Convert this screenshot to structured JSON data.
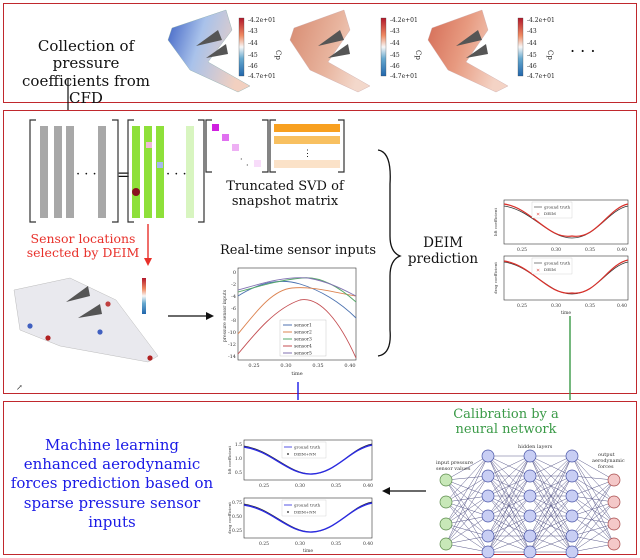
{
  "top_panel": {
    "label_line1": "Collection of pressure",
    "label_line2": "coefficients from CFD",
    "colorbar_ticks": [
      "-4.2e+01",
      "-43",
      "-44",
      "-45",
      "-46",
      "-4.7e+01"
    ],
    "cp_symbol": "Cp",
    "ellipsis": ". . ."
  },
  "middle_panel": {
    "svd_label_line1": "Truncated SVD of",
    "svd_label_line2": "snapshot matrix",
    "sensor_label_line1": "Sensor locations",
    "sensor_label_line2": "selected by DEIM",
    "realtime_title": "Real-time sensor inputs",
    "deim_label_line1": "DEIM",
    "deim_label_line2": "prediction",
    "sensor_chart": {
      "ylabel": "pressure sensor inputs",
      "xlabel": "time",
      "xticks": [
        "0.25",
        "0.30",
        "0.35",
        "0.40"
      ],
      "yticks": [
        "0",
        "-2",
        "-4",
        "-6",
        "-8",
        "-10",
        "-12",
        "-14"
      ],
      "legend": [
        "sensor1",
        "sensor2",
        "sensor3",
        "sensor4",
        "sensor5"
      ],
      "colors": [
        "#4c72b0",
        "#dd8452",
        "#55a868",
        "#c44e52",
        "#8172b2"
      ]
    },
    "lift_chart": {
      "ylabel": "lift coefficient",
      "legend": [
        "ground truth",
        "DEIM"
      ],
      "xticks": [
        "0.25",
        "0.30",
        "0.35",
        "0.40"
      ]
    },
    "drag_chart": {
      "ylabel": "drag coefficient",
      "legend": [
        "ground truth",
        "DEIM"
      ],
      "xticks": [
        "0.25",
        "0.30",
        "0.35",
        "0.40"
      ],
      "xlabel": "time"
    }
  },
  "bottom_panel": {
    "title_line1": "Machine learning",
    "title_line2": "enhanced aerodynamic",
    "title_line3": "forces prediction based on",
    "title_line4": "sparse pressure sensor",
    "title_line5": "inputs",
    "calibration_line1": "Calibration by a",
    "calibration_line2": "neural network",
    "nn_input_label_line1": "input pressure",
    "nn_input_label_line2": "sensor values",
    "nn_hidden_label": "hidden layers",
    "nn_output_label_line1": "output",
    "nn_output_label_line2": "aerodynamic",
    "nn_output_label_line3": "forces",
    "lift_chart": {
      "ylabel": "lift coefficient",
      "legend": [
        "ground truth",
        "DEIM+NN"
      ],
      "yticks": [
        "1.5",
        "1.0",
        "0.5"
      ],
      "xticks": [
        "0.25",
        "0.30",
        "0.35",
        "0.40"
      ]
    },
    "drag_chart": {
      "ylabel": "drag coefficient",
      "legend": [
        "ground truth",
        "DEIM+NN"
      ],
      "yticks": [
        "0.75",
        "0.50",
        "0.25"
      ],
      "xticks": [
        "0.25",
        "0.30",
        "0.35",
        "0.40"
      ],
      "xlabel": "time"
    }
  },
  "colors": {
    "frame": "#c0282d",
    "sensor_label": "#e8302a",
    "machine_learning_title": "#1a1ae6",
    "calibration": "#3a9a47",
    "arrow_blue": "#1a1ae6",
    "arrow_red": "#e8302a",
    "arrow_green": "#3a9a47"
  }
}
